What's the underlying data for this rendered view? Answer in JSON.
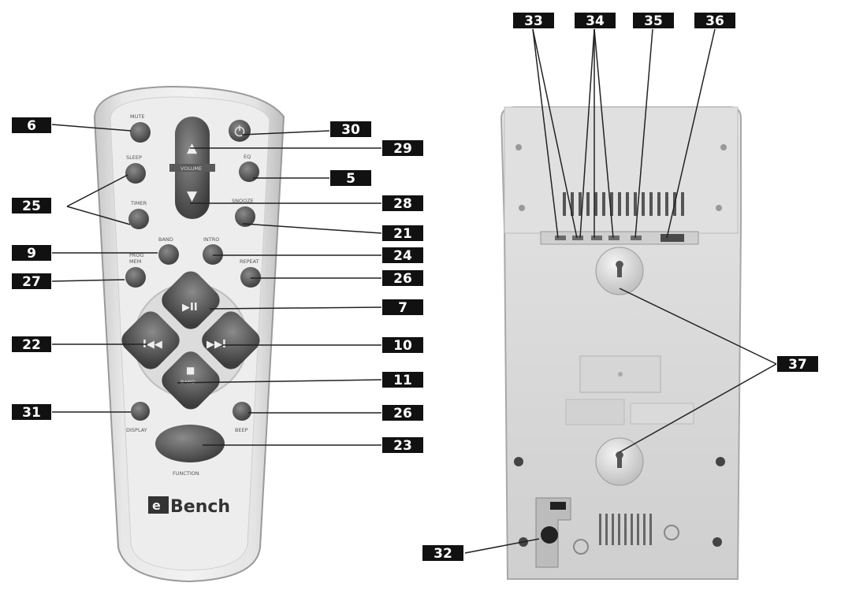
{
  "remote": {
    "brand": "Bench",
    "buttons": {
      "mute": "MUTE",
      "sleep": "SLEEP",
      "timer": "TIMER",
      "volume": "VOLUME",
      "eq": "EQ",
      "snooze": "SNOOZE",
      "band": "BAND",
      "intro": "INTRO",
      "prog_mem_1": "PROG",
      "prog_mem_2": "MEM",
      "repeat": "REPEAT",
      "play_pause": "▶II",
      "prev": "I◀◀",
      "next": "▶▶I",
      "stop": "■",
      "stop_sub": "BAND",
      "display": "DISPLAY",
      "beep": "BEEP",
      "function": "FUNCTION",
      "vol_up": "▲",
      "vol_down": "▼"
    }
  },
  "callouts": {
    "c6": "6",
    "c25": "25",
    "c9": "9",
    "c27": "27",
    "c22": "22",
    "c31": "31",
    "c30": "30",
    "c29": "29",
    "c5": "5",
    "c28": "28",
    "c21": "21",
    "c24": "24",
    "c26a": "26",
    "c7": "7",
    "c10": "10",
    "c11": "11",
    "c26b": "26",
    "c23": "23",
    "c33": "33",
    "c34": "34",
    "c35": "35",
    "c36": "36",
    "c37": "37",
    "c32": "32"
  }
}
